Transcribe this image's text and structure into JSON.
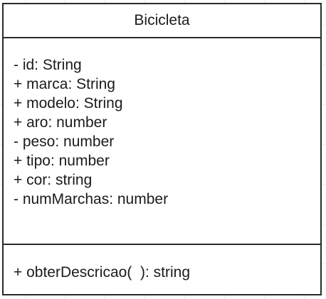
{
  "class": {
    "name": "Bicicleta",
    "attributes": [
      "- id: String",
      "+ marca: String",
      "+ modelo: String",
      "+ aro: number",
      "- peso: number",
      "+ tipo: number",
      "+ cor: string",
      "- numMarchas: number"
    ],
    "methods": [
      "+ obterDescricao(  ): string"
    ]
  },
  "colors": {
    "border": "#2a2a2a",
    "text": "#1b1b1b",
    "background": "#ffffff",
    "grid": "#ececec"
  }
}
